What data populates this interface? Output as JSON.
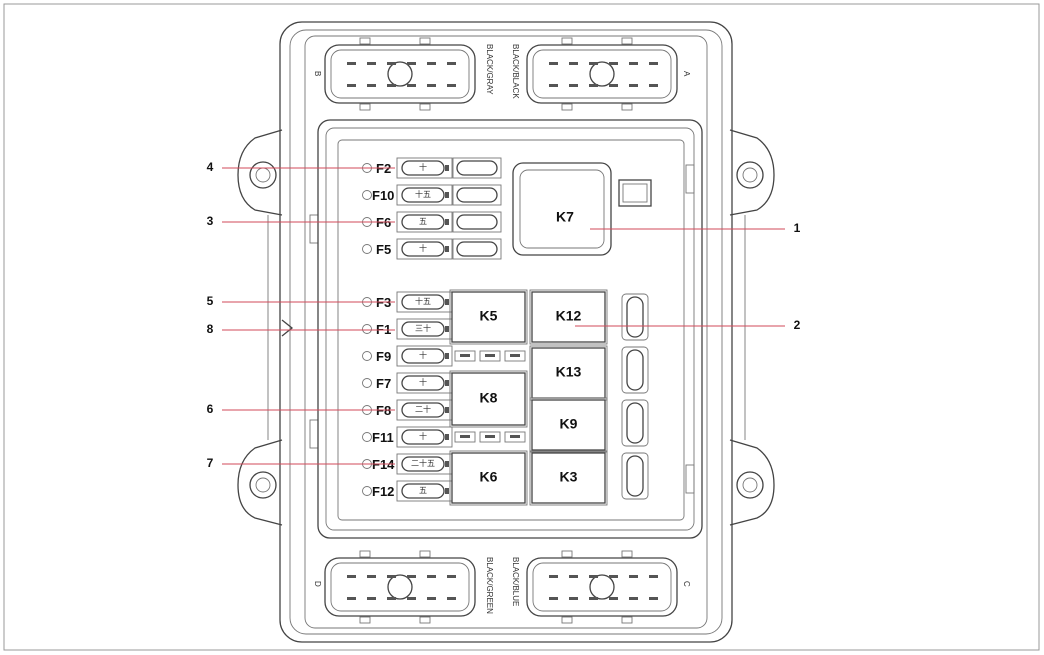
{
  "connectors": [
    {
      "id": "B",
      "color_label": "BLACK/GRAY"
    },
    {
      "id": "A",
      "color_label": "BLACK/BLACK"
    },
    {
      "id": "D",
      "color_label": "BLACK/GREEN"
    },
    {
      "id": "C",
      "color_label": "BLACK/BLUE"
    }
  ],
  "fuses": [
    {
      "label": "F2",
      "rating": "十"
    },
    {
      "label": "F10",
      "rating": "十五"
    },
    {
      "label": "F6",
      "rating": "五"
    },
    {
      "label": "F5",
      "rating": "十"
    },
    {
      "label": "F3",
      "rating": "十五"
    },
    {
      "label": "F1",
      "rating": "三十"
    },
    {
      "label": "F9",
      "rating": "十"
    },
    {
      "label": "F7",
      "rating": "十"
    },
    {
      "label": "F8",
      "rating": "二十"
    },
    {
      "label": "F11",
      "rating": "十"
    },
    {
      "label": "F14",
      "rating": "二十五"
    },
    {
      "label": "F12",
      "rating": "五"
    }
  ],
  "relays": [
    "K7",
    "K5",
    "K12",
    "K13",
    "K8",
    "K9",
    "K6",
    "K3"
  ],
  "callouts": [
    "1",
    "2",
    "3",
    "4",
    "5",
    "6",
    "7",
    "8"
  ],
  "colors": {
    "callout_line": "#d24a5a",
    "outline": "#444444"
  }
}
